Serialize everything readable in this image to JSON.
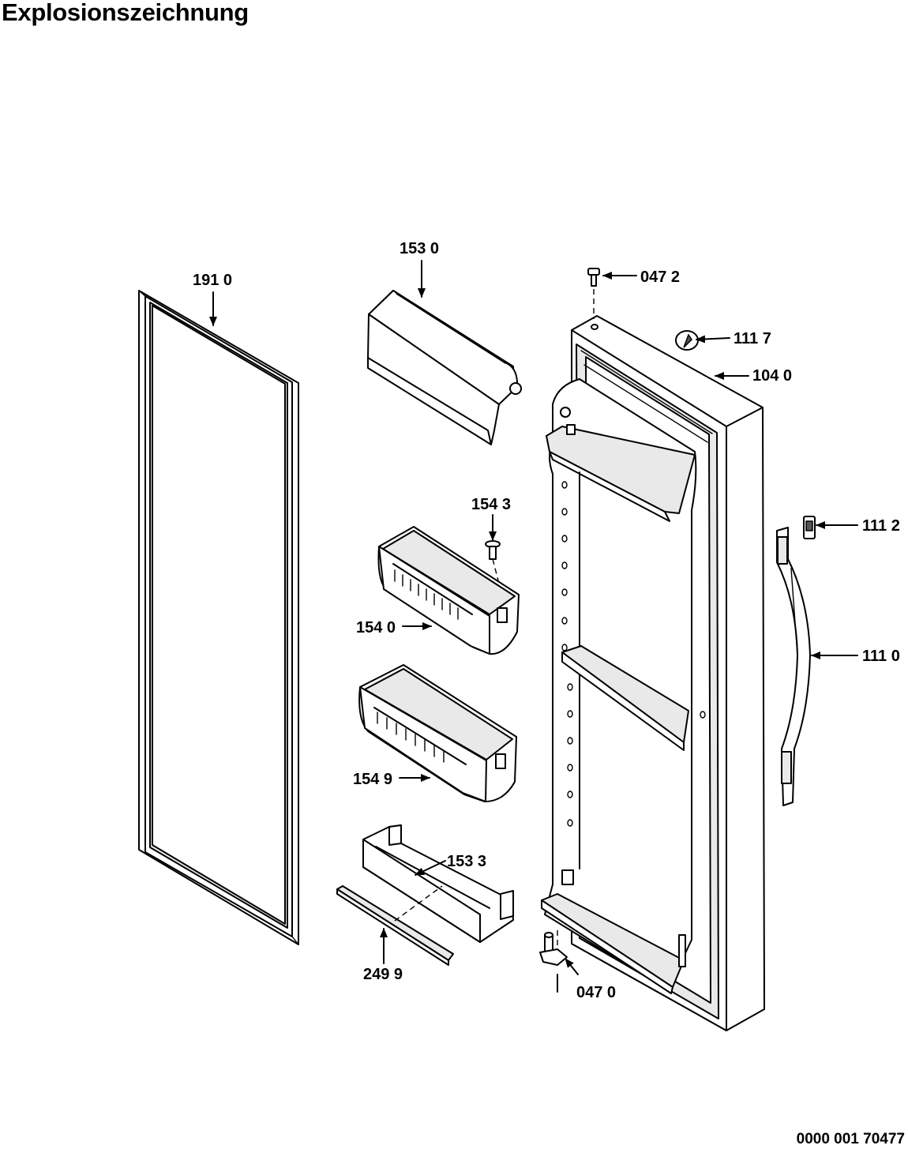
{
  "title": "Explosionszeichnung",
  "document_number": "0000 001 70477",
  "parts": [
    {
      "id": "door-gasket",
      "label": "191 0"
    },
    {
      "id": "top-cover",
      "label": "153 0"
    },
    {
      "id": "hinge-pin-top",
      "label": "047 2"
    },
    {
      "id": "cover-cap",
      "label": "111 7"
    },
    {
      "id": "door-panel",
      "label": "104 0"
    },
    {
      "id": "screw",
      "label": "154 3"
    },
    {
      "id": "handle-cap",
      "label": "111 2"
    },
    {
      "id": "upper-bin",
      "label": "154 0"
    },
    {
      "id": "door-handle",
      "label": "111 0"
    },
    {
      "id": "lower-bin",
      "label": "154 9"
    },
    {
      "id": "bottom-shelf",
      "label": "153 3"
    },
    {
      "id": "shelf-rail",
      "label": "249 9"
    },
    {
      "id": "hinge-pin-bottom",
      "label": "047 0"
    }
  ]
}
